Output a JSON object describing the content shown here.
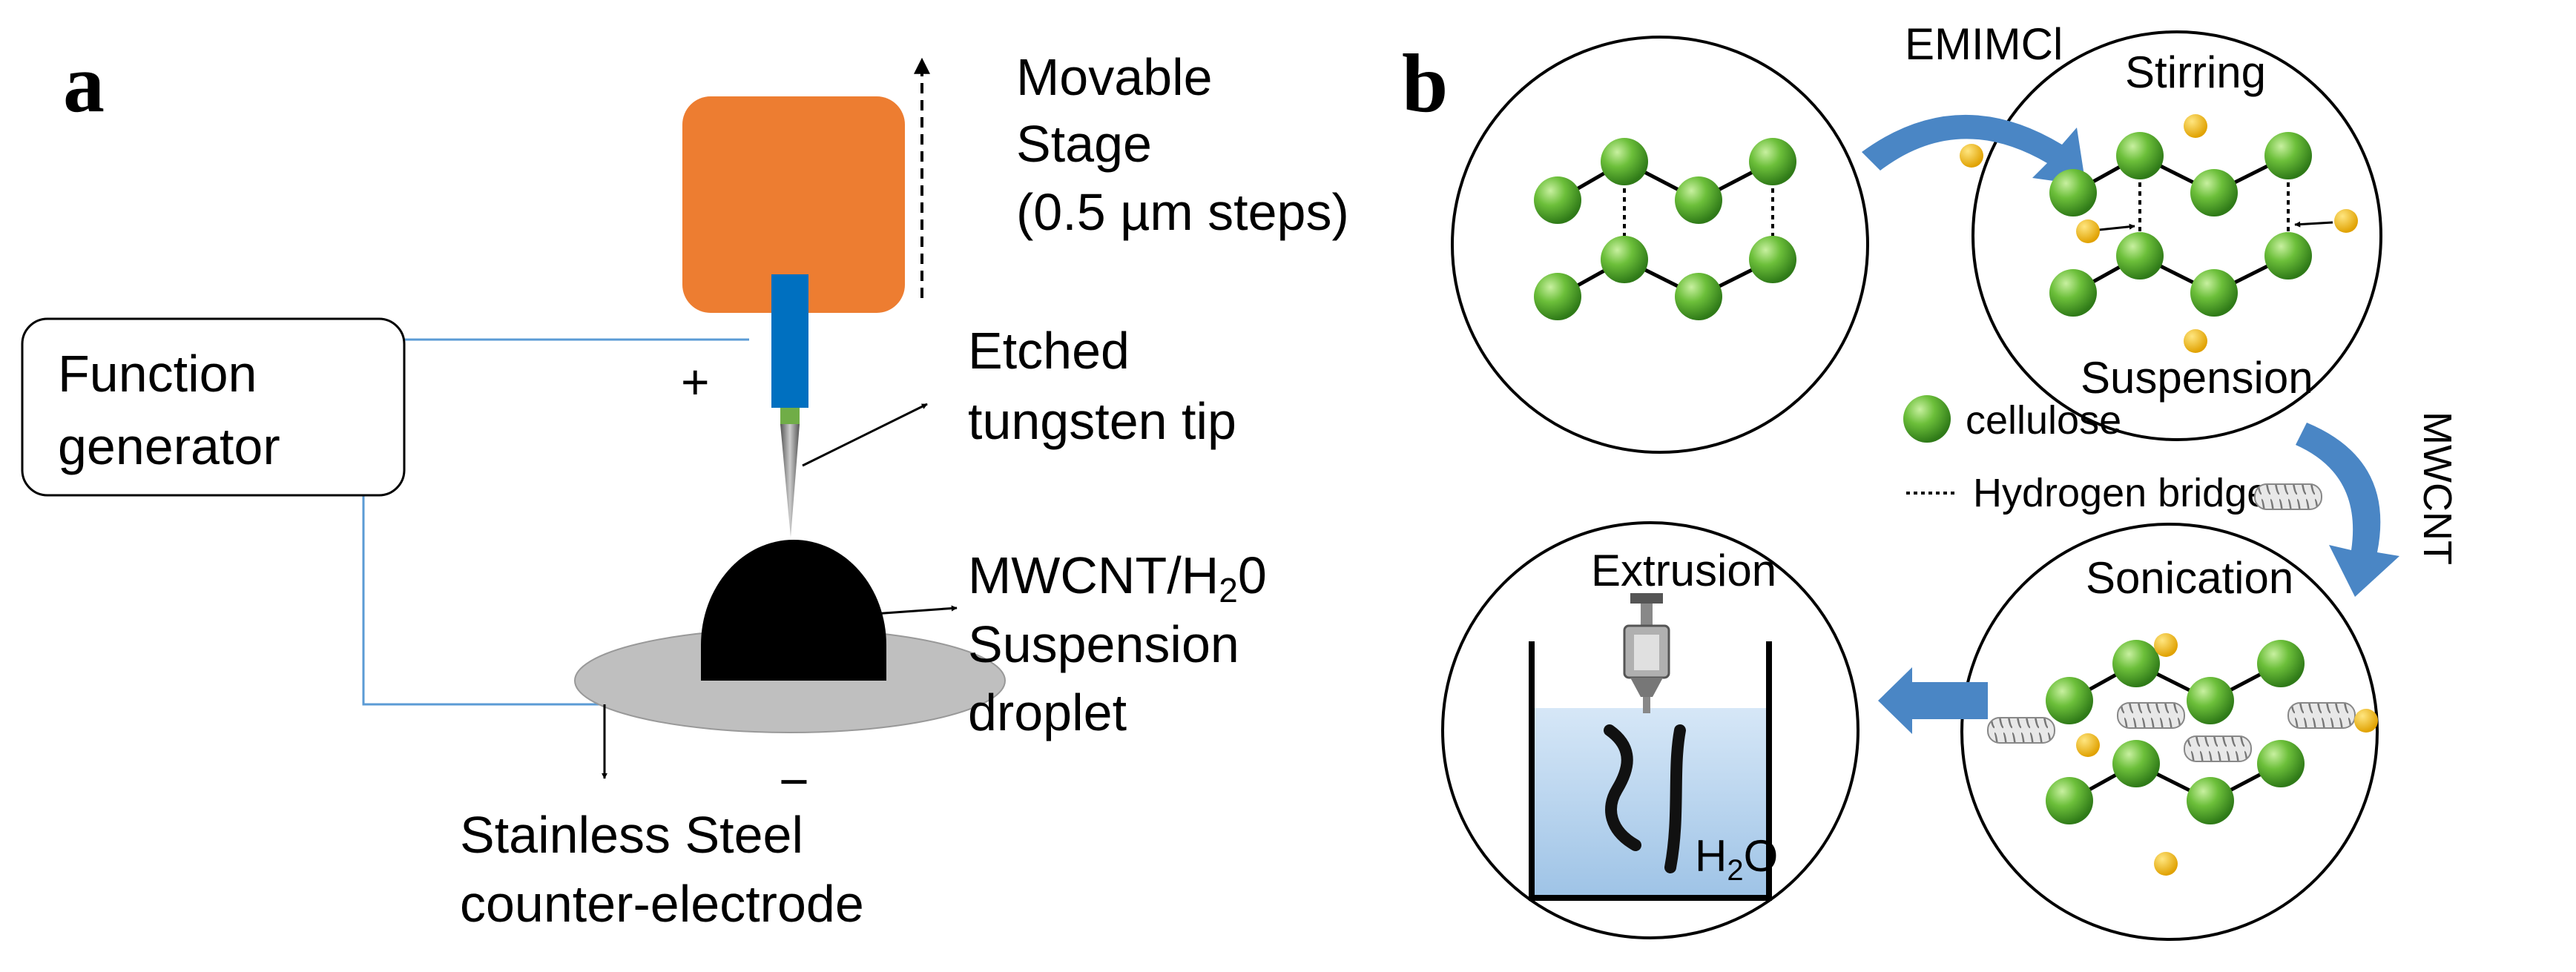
{
  "colors": {
    "stage": "#ED7D31",
    "holder": "#0070C0",
    "tip_collar": "#70AD47",
    "droplet": "#000000",
    "electrode": "#BFBFBF",
    "wire": "#5B9BD5",
    "cellulose": "#5DAA32",
    "ion": "#F2B705",
    "arrow_blue": "#4A86C5",
    "water": "#BDD7EE"
  },
  "icons": [
    "syringe-icon",
    "nanotube-icon",
    "curved-arrow-icon"
  ],
  "panel_a": {
    "label": "a",
    "stage_line1": "Movable",
    "stage_line2": "Stage",
    "stage_line3": "(0.5 µm steps)",
    "generator_line1": "Function",
    "generator_line2": "generator",
    "plus": "+",
    "minus": "−",
    "tip_line1": "Etched",
    "tip_line2": "tungsten tip",
    "droplet_line1_main": "MWCNT/H",
    "droplet_line1_sub": "2",
    "droplet_line1_end": "0",
    "droplet_line2": "Suspension",
    "droplet_line3": "droplet",
    "electrode_line1": "Stainless Steel",
    "electrode_line2": "counter-electrode"
  },
  "panel_b": {
    "label": "b",
    "emimcl": "EMIMCl",
    "stirring": "Stirring",
    "suspension": "Suspension",
    "legend_cellulose": "cellulose",
    "legend_hbond": "Hydrogen bridge",
    "mwcnt": "MWCNT",
    "sonication": "Sonication",
    "extrusion": "Extrusion",
    "water_main": "H",
    "water_sub": "2",
    "water_end": "O"
  }
}
